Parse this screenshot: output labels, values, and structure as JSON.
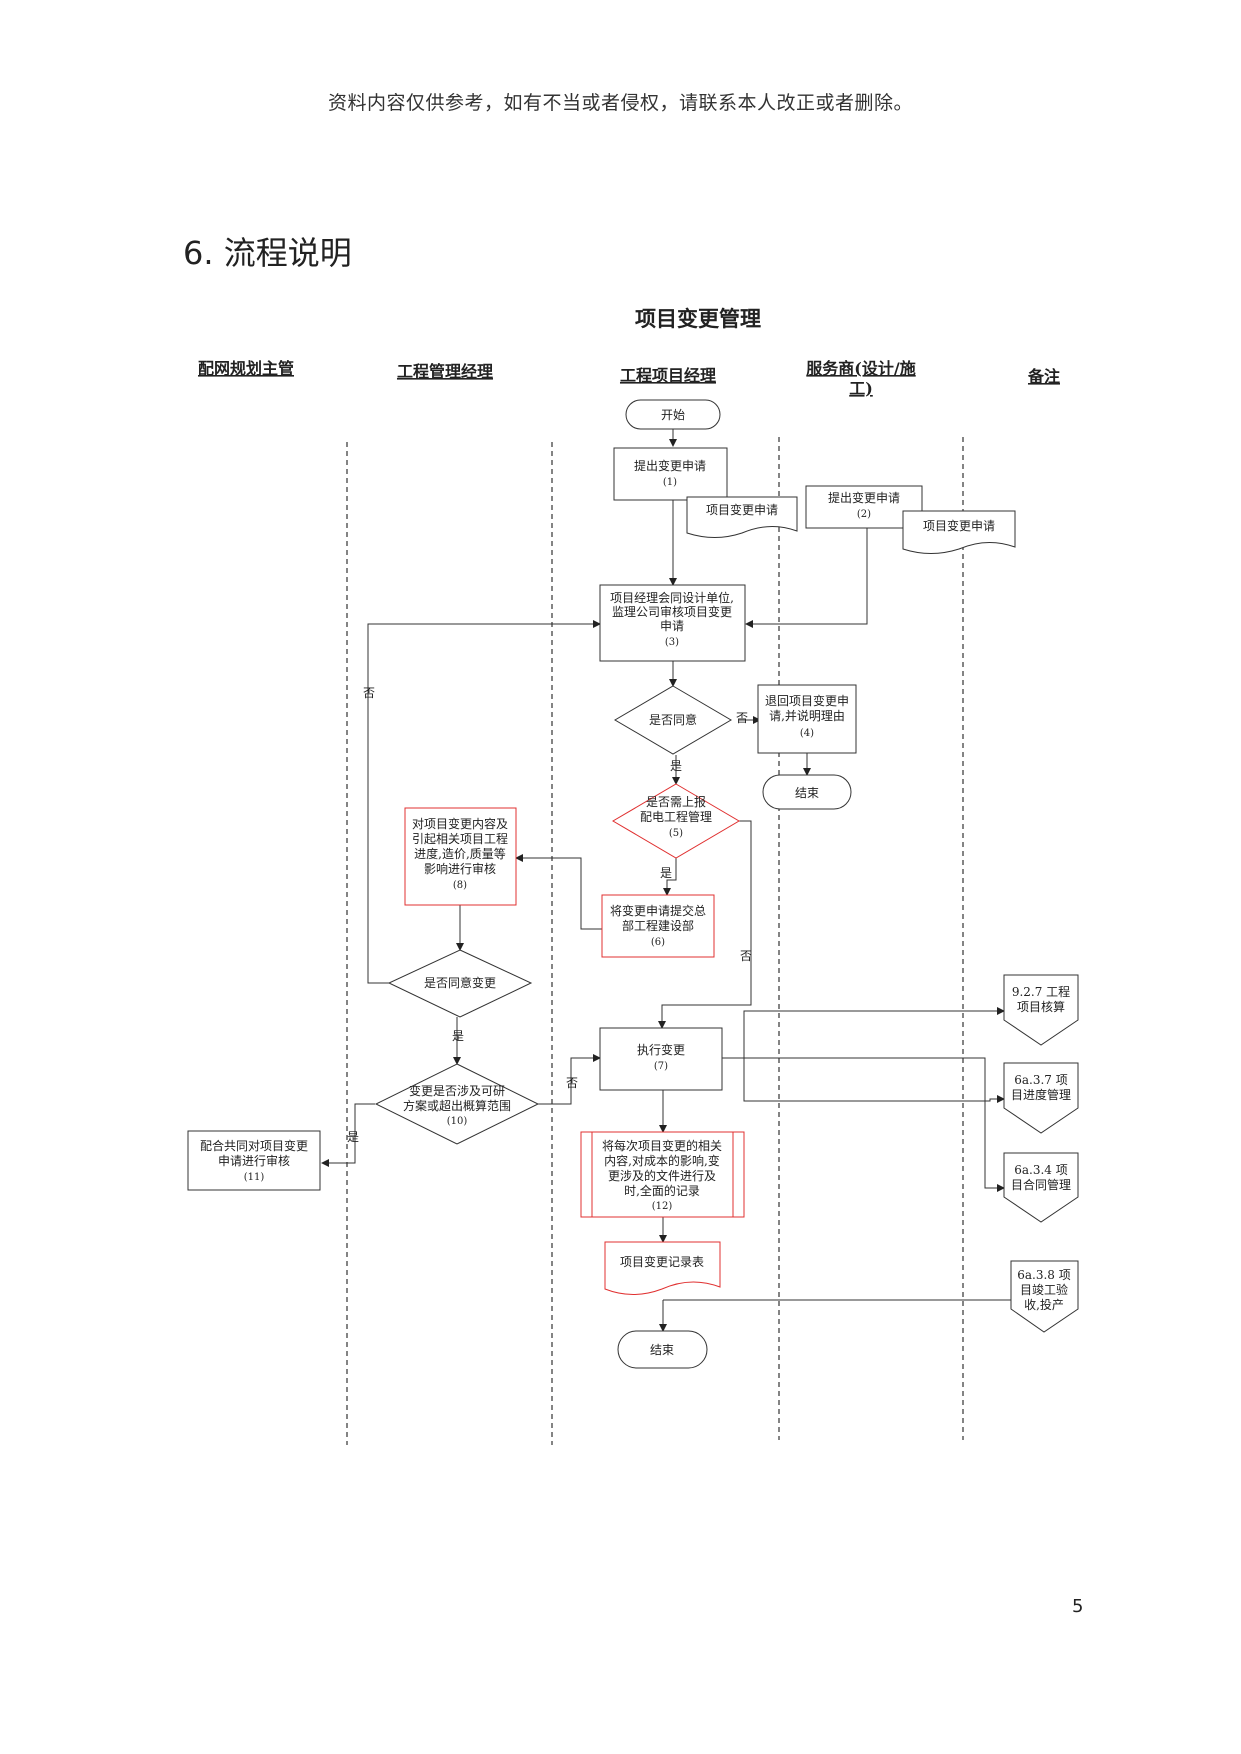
{
  "header": {
    "disclaimer": "资料内容仅供参考，如有不当或者侵权，请联系本人改正或者删除。"
  },
  "section": {
    "title": "6. 流程说明"
  },
  "page_number": "5",
  "diagram": {
    "title": "项目变更管理",
    "lanes": [
      "配网规划主管",
      "工程管理经理",
      "工程项目经理",
      "服务商(设计/施",
      "工)",
      "备注"
    ],
    "nodes": {
      "start": "开始",
      "n1_a": "提出变更申请",
      "n1_b": "(1)",
      "doc1": "项目变更申请",
      "n2_a": "提出变更申请",
      "n2_b": "(2)",
      "doc2": "项目变更申请",
      "n3_a": "项目经理会同设计单位,",
      "n3_b": "监理公司审核项目变更",
      "n3_c": "申请",
      "n3_d": "(3)",
      "d_agree": "是否同意",
      "n4_a": "退回项目变更申",
      "n4_b": "请,并说明理由",
      "n4_c": "(4)",
      "end1": "结束",
      "d5_a": "是否需上报",
      "d5_b": "配电工程管理",
      "d5_c": "(5)",
      "n6_a": "将变更申请提交总",
      "n6_b": "部工程建设部",
      "n6_c": "(6)",
      "n8_a": "对项目变更内容及",
      "n8_b": "引起相关项目工程",
      "n8_c": "进度,造价,质量等",
      "n8_d": "影响进行审核",
      "n8_e": "(8)",
      "d_change": "是否同意变更",
      "d10_a": "变更是否涉及可研",
      "d10_b": "方案或超出概算范围",
      "d10_c": "(10)",
      "n11_a": "配合共同对项目变更",
      "n11_b": "申请进行审核",
      "n11_c": "(11)",
      "n7_a": "执行变更",
      "n7_b": "(7)",
      "n12_a": "将每次项目变更的相关",
      "n12_b": "内容,对成本的影响,变",
      "n12_c": "更涉及的文件进行及",
      "n12_d": "时,全面的记录",
      "n12_e": "(12)",
      "doc3": "项目变更记录表",
      "end2": "结束",
      "r1_a": "9.2.7 工程",
      "r1_b": "项目核算",
      "r2_a": "6a.3.7 项",
      "r2_b": "目进度管理",
      "r3_a": "6a.3.4 项",
      "r3_b": "目合同管理",
      "r4_a": "6a.3.8 项",
      "r4_b": "目竣工验",
      "r4_c": "收,投产"
    },
    "labels": {
      "no": "否",
      "yes": "是"
    }
  }
}
